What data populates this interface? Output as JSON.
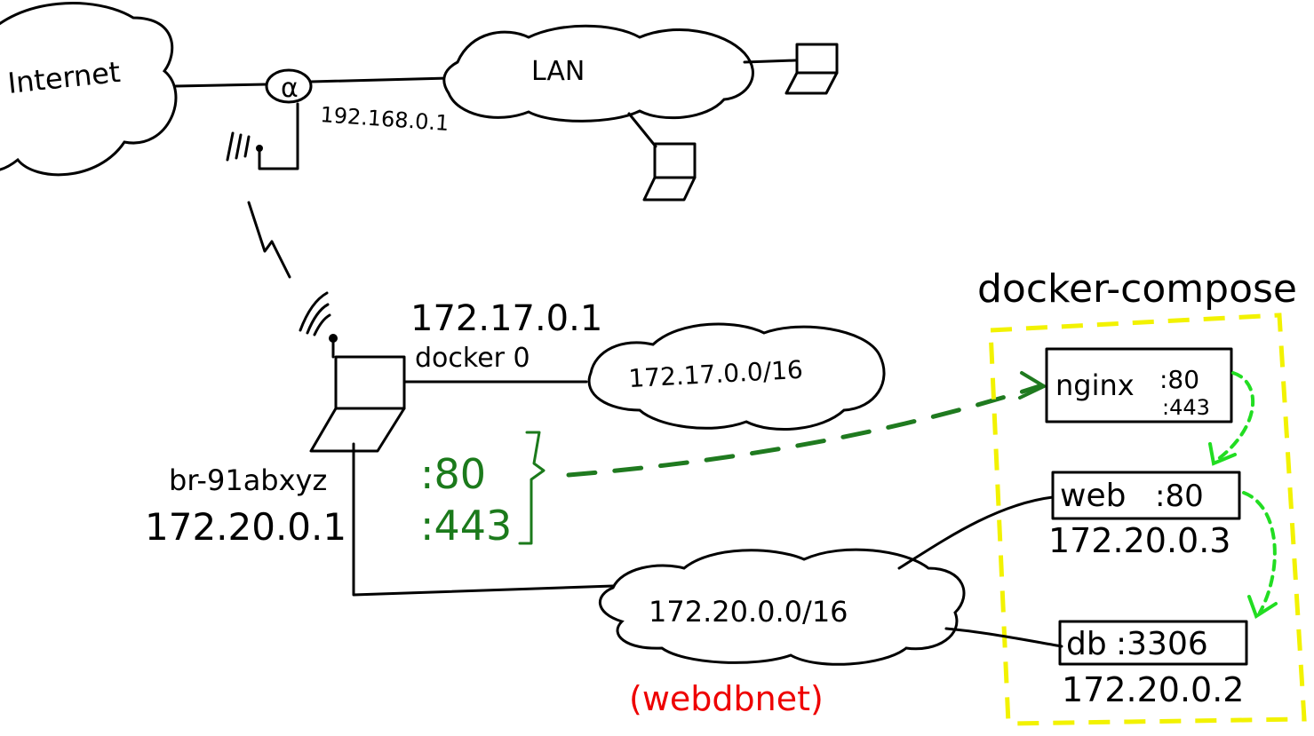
{
  "internet": {
    "label": "Internet"
  },
  "router": {
    "symbol": "α",
    "ip": "192.168.0.1"
  },
  "lan": {
    "label": "LAN"
  },
  "host": {
    "docker0_ip": "172.17.0.1",
    "docker0_name": "docker 0",
    "bridge_name": "br-91abxyz",
    "bridge_ip": "172.20.0.1"
  },
  "networks": {
    "default_subnet": "172.17.0.0/16",
    "compose_subnet": "172.20.0.0/16",
    "compose_name": "(webdbnet)"
  },
  "ports": {
    "p80": ":80",
    "p443": ":443"
  },
  "compose": {
    "title": "docker-compose",
    "nginx": {
      "name": "nginx",
      "port1": ":80",
      "port2": ":443"
    },
    "web": {
      "name": "web",
      "port": ":80",
      "ip": "172.20.0.3"
    },
    "db": {
      "name": "db",
      "port": ":3306",
      "ip": "172.20.0.2"
    }
  },
  "colors": {
    "ink": "#000000",
    "port_green": "#1b7a1b",
    "dash_green": "#1f7a1f",
    "link_green": "#22dd22",
    "compose_yellow": "#f2f200",
    "net_red": "#ee0000"
  }
}
